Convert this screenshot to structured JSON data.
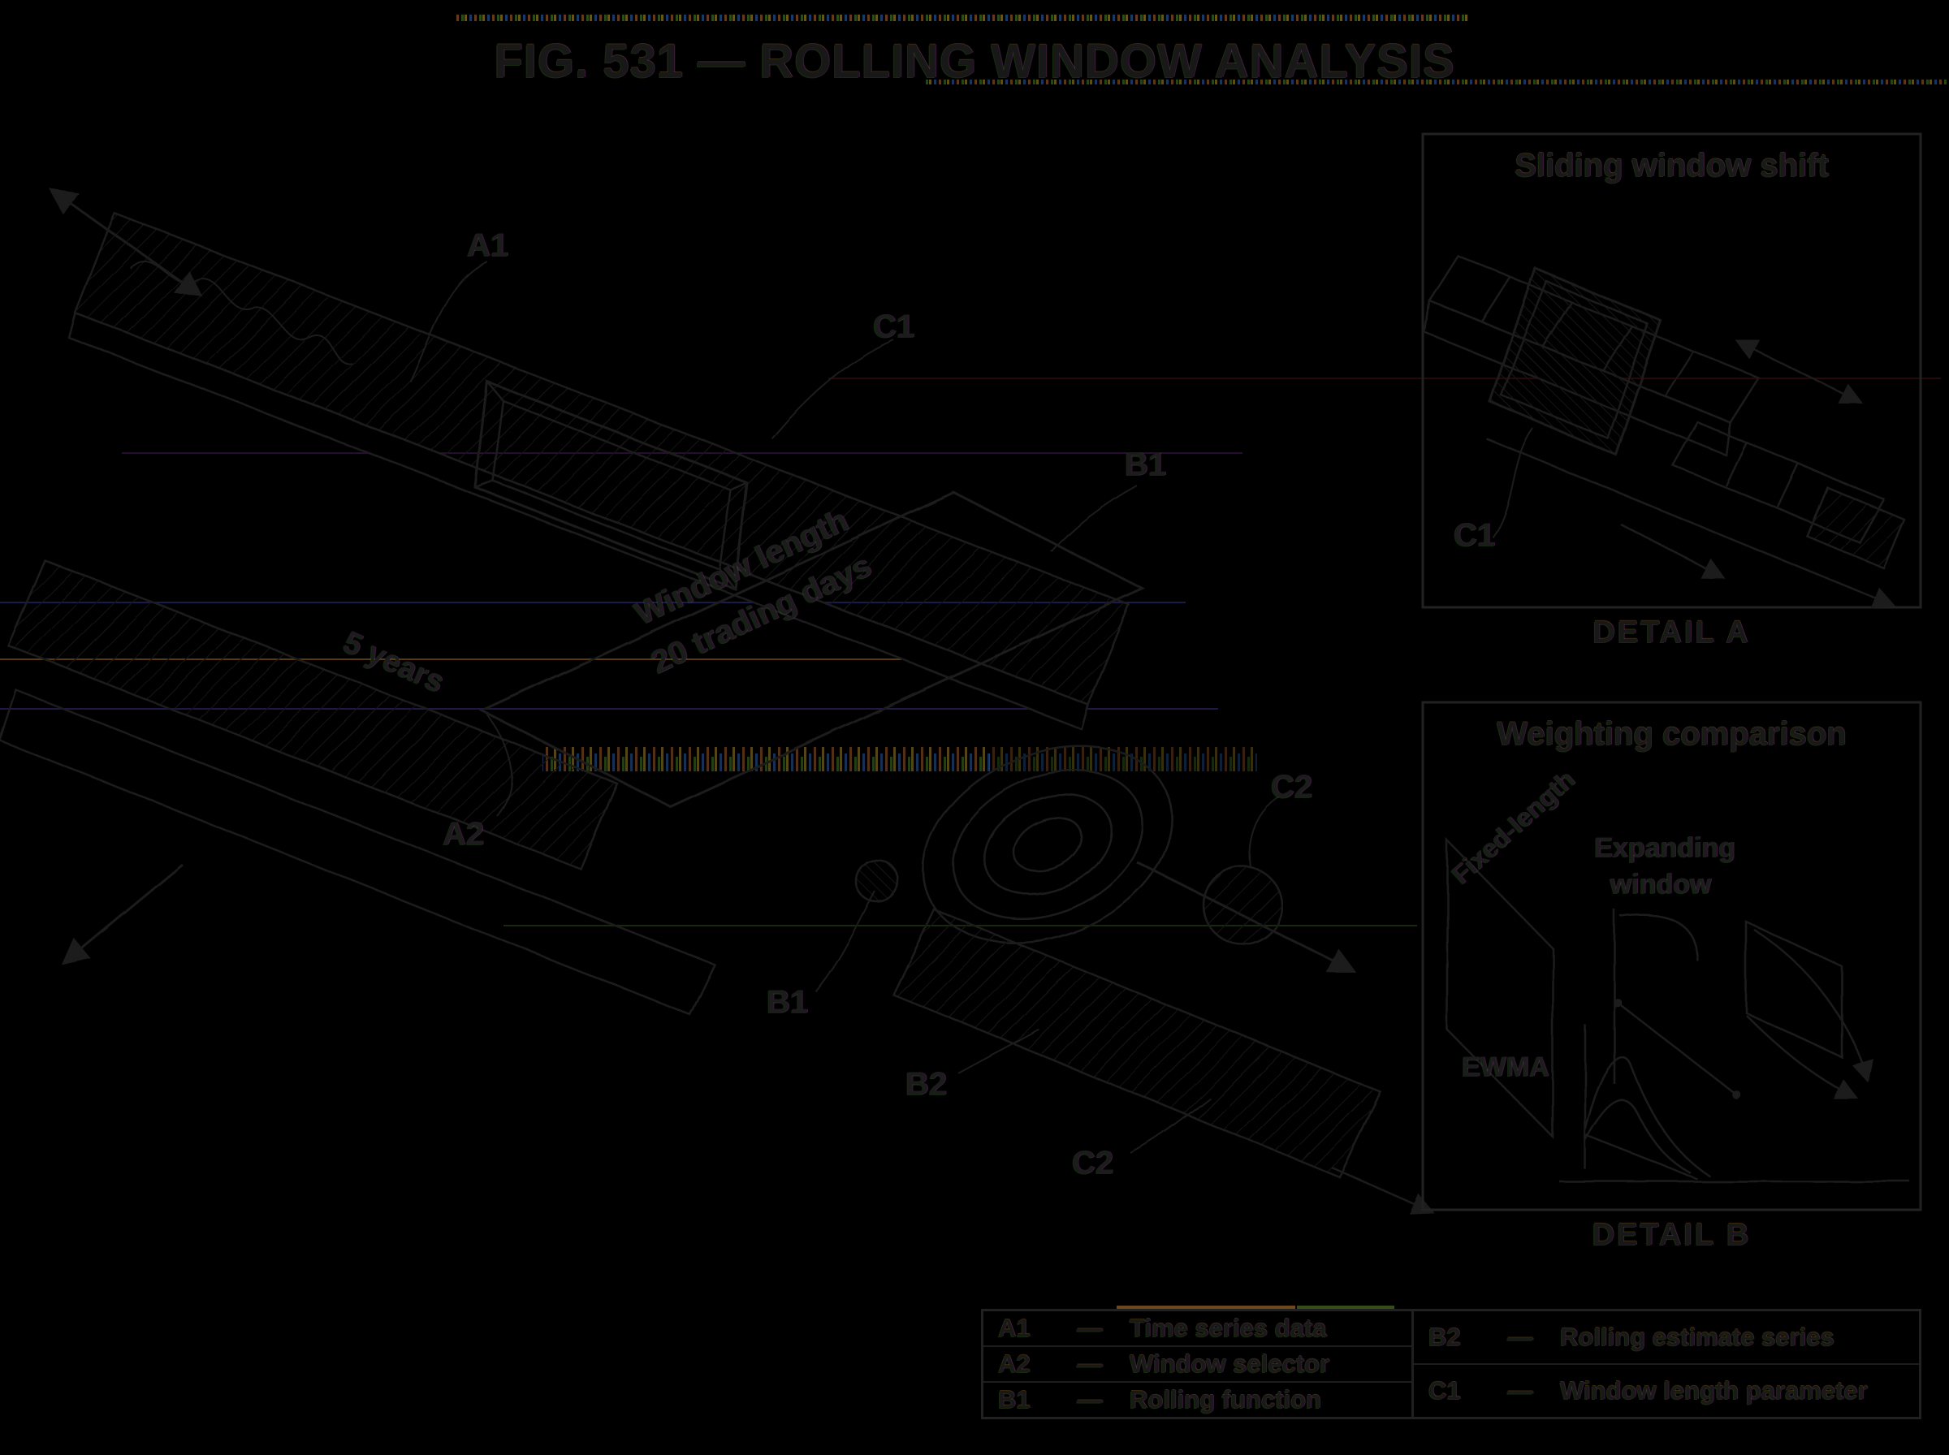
{
  "figure": {
    "title": "FIG. 531 — ROLLING WINDOW ANALYSIS"
  },
  "main": {
    "callouts": {
      "a1": "A1",
      "a2": "A2",
      "b1_upper": "B1",
      "b1_lower": "B1",
      "b2": "B2",
      "c1": "C1",
      "c2_upper": "C2",
      "c2_lower": "C2"
    },
    "notes": {
      "duration": "5 years",
      "window_line1": "Window length",
      "window_line2": "20 trading days"
    }
  },
  "detail_a": {
    "title": "Sliding window shift",
    "callout_c1": "C1",
    "caption": "DETAIL A"
  },
  "detail_b": {
    "title": "Weighting comparison",
    "labels": {
      "fixed": "Fixed-length",
      "expanding_line1": "Expanding",
      "expanding_line2": "window",
      "ewma": "EWMA"
    },
    "caption": "DETAIL B"
  },
  "legend": {
    "left": [
      {
        "key": "A1",
        "sep": "—",
        "desc": "Time series data"
      },
      {
        "key": "A2",
        "sep": "—",
        "desc": "Window selector"
      },
      {
        "key": "B1",
        "sep": "—",
        "desc": "Rolling function"
      }
    ],
    "right": [
      {
        "key": "B2",
        "sep": "—",
        "desc": "Rolling estimate series"
      },
      {
        "key": "C1",
        "sep": "—",
        "desc": "Window length parameter"
      }
    ]
  },
  "colors": {
    "background": "#000000",
    "ink": "#1a1a1a",
    "hatch": "#131313",
    "noise_yellow": "#b89a2e",
    "noise_blue": "#2e6ab8",
    "noise_orange": "#b8762e",
    "noise_green": "#6a9a2e",
    "noise_violet": "#5a3ab0"
  }
}
